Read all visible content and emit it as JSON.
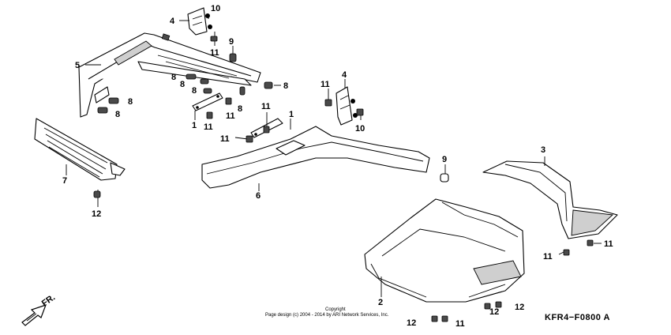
{
  "callouts": [
    {
      "id": "c10a",
      "label": "10"
    },
    {
      "id": "c4a",
      "label": "4"
    },
    {
      "id": "c9a",
      "label": "9"
    },
    {
      "id": "c11a",
      "label": "11"
    },
    {
      "id": "c5",
      "label": "5"
    },
    {
      "id": "c8a",
      "label": "8"
    },
    {
      "id": "c8b",
      "label": "8"
    },
    {
      "id": "c8c",
      "label": "8"
    },
    {
      "id": "c8d",
      "label": "8"
    },
    {
      "id": "c8e",
      "label": "8"
    },
    {
      "id": "c8f",
      "label": "8"
    },
    {
      "id": "c8g",
      "label": "8"
    },
    {
      "id": "c1a",
      "label": "1"
    },
    {
      "id": "c11b",
      "label": "11"
    },
    {
      "id": "c11c",
      "label": "11"
    },
    {
      "id": "c11d",
      "label": "11"
    },
    {
      "id": "c1b",
      "label": "1"
    },
    {
      "id": "c11e",
      "label": "11"
    },
    {
      "id": "c4b",
      "label": "4"
    },
    {
      "id": "c11f",
      "label": "11"
    },
    {
      "id": "c10b",
      "label": "10"
    },
    {
      "id": "c7",
      "label": "7"
    },
    {
      "id": "c12a",
      "label": "12"
    },
    {
      "id": "c6",
      "label": "6"
    },
    {
      "id": "c9b",
      "label": "9"
    },
    {
      "id": "c3",
      "label": "3"
    },
    {
      "id": "c11g",
      "label": "11"
    },
    {
      "id": "c11h",
      "label": "11"
    },
    {
      "id": "c2",
      "label": "2"
    },
    {
      "id": "c12b",
      "label": "12"
    },
    {
      "id": "c12c",
      "label": "12"
    },
    {
      "id": "c12d",
      "label": "12"
    },
    {
      "id": "c11i",
      "label": "11"
    }
  ],
  "copyright_line1": "Copyright",
  "copyright_line2": "Page design (c) 2004 - 2014 by ARI Network Services, Inc.",
  "diagram_code": "KFR4−F0800 A",
  "front_label": "FR."
}
